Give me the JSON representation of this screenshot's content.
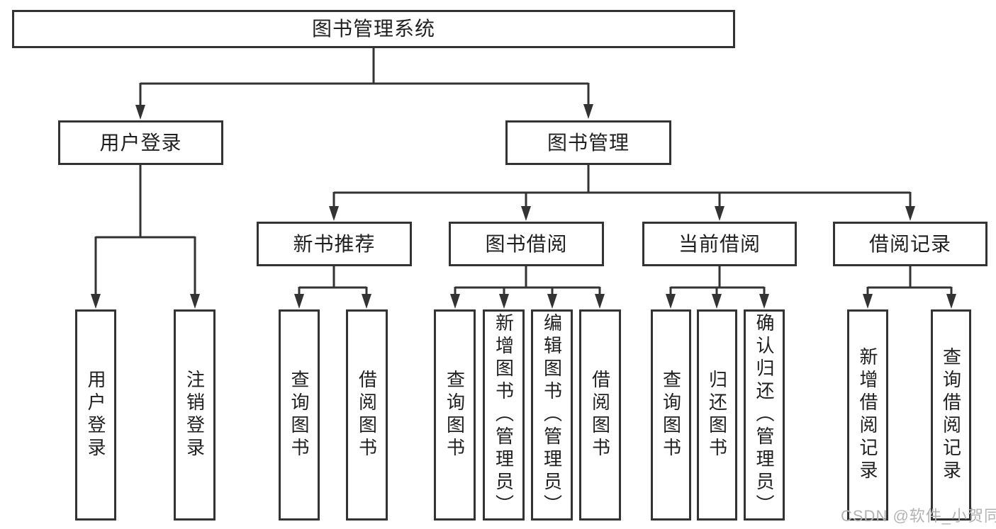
{
  "watermark": {
    "text": "CSDN @软件_小贺同学",
    "color": "#b3b3b3"
  },
  "colors": {
    "line": "#333333",
    "text": "#1f1f1f",
    "background": "#ffffff"
  },
  "tree": {
    "label": "图书管理系统",
    "children": [
      {
        "label": "用户登录",
        "children": [
          {
            "label": "用户登录"
          },
          {
            "label": "注销登录"
          }
        ]
      },
      {
        "label": "图书管理",
        "children": [
          {
            "label": "新书推荐",
            "children": [
              {
                "label": "查询图书"
              },
              {
                "label": "借阅图书"
              }
            ]
          },
          {
            "label": "图书借阅",
            "children": [
              {
                "label": "查询图书"
              },
              {
                "label": "新增图书（管理员）"
              },
              {
                "label": "编辑图书（管理员）"
              },
              {
                "label": "借阅图书"
              }
            ]
          },
          {
            "label": "当前借阅",
            "children": [
              {
                "label": "查询图书"
              },
              {
                "label": "归还图书"
              },
              {
                "label": "确认归还（管理员）"
              }
            ]
          },
          {
            "label": "借阅记录",
            "children": [
              {
                "label": "新增借阅记录"
              },
              {
                "label": "查询借阅记录"
              }
            ]
          }
        ]
      }
    ]
  }
}
